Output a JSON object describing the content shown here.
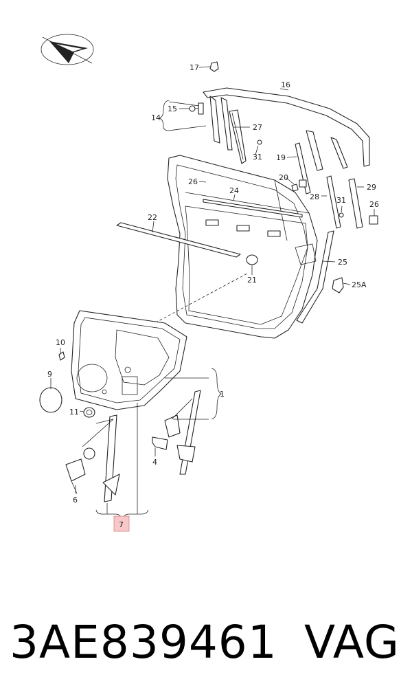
{
  "caption": {
    "part_number": "3AE839461",
    "brand": "VAG"
  },
  "highlighted_callout": "7",
  "callouts": {
    "c1": "1",
    "c4": "4",
    "c6": "6",
    "c7": "7",
    "c9": "9",
    "c10": "10",
    "c11": "11",
    "c14": "14",
    "c15": "15",
    "c16": "16",
    "c17": "17",
    "c19": "19",
    "c20": "20",
    "c21": "21",
    "c22": "22",
    "c24": "24",
    "c25": "25",
    "c25a": "25A",
    "c26a": "26",
    "c26b": "26",
    "c27": "27",
    "c28": "28",
    "c29": "29",
    "c31a": "31",
    "c31b": "31"
  },
  "colors": {
    "highlight": "#f8c8c8",
    "line": "#222222"
  }
}
